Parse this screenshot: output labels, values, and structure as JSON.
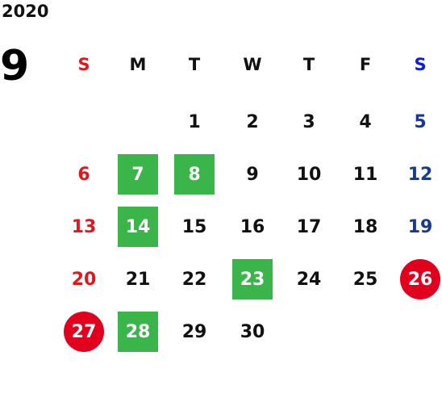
{
  "year": "2020",
  "month": "9",
  "weekdays": [
    "S",
    "M",
    "T",
    "W",
    "T",
    "F",
    "S"
  ],
  "days": [
    {
      "d": "1",
      "col": 2,
      "row": 0,
      "style": "normal"
    },
    {
      "d": "2",
      "col": 3,
      "row": 0,
      "style": "normal"
    },
    {
      "d": "3",
      "col": 4,
      "row": 0,
      "style": "normal"
    },
    {
      "d": "4",
      "col": 5,
      "row": 0,
      "style": "normal"
    },
    {
      "d": "5",
      "col": 6,
      "row": 0,
      "style": "sat"
    },
    {
      "d": "6",
      "col": 0,
      "row": 1,
      "style": "sun"
    },
    {
      "d": "7",
      "col": 1,
      "row": 1,
      "style": "green"
    },
    {
      "d": "8",
      "col": 2,
      "row": 1,
      "style": "green"
    },
    {
      "d": "9",
      "col": 3,
      "row": 1,
      "style": "normal"
    },
    {
      "d": "10",
      "col": 4,
      "row": 1,
      "style": "normal"
    },
    {
      "d": "11",
      "col": 5,
      "row": 1,
      "style": "normal"
    },
    {
      "d": "12",
      "col": 6,
      "row": 1,
      "style": "sat"
    },
    {
      "d": "13",
      "col": 0,
      "row": 2,
      "style": "sun"
    },
    {
      "d": "14",
      "col": 1,
      "row": 2,
      "style": "green"
    },
    {
      "d": "15",
      "col": 2,
      "row": 2,
      "style": "normal"
    },
    {
      "d": "16",
      "col": 3,
      "row": 2,
      "style": "normal"
    },
    {
      "d": "17",
      "col": 4,
      "row": 2,
      "style": "normal"
    },
    {
      "d": "18",
      "col": 5,
      "row": 2,
      "style": "normal"
    },
    {
      "d": "19",
      "col": 6,
      "row": 2,
      "style": "sat"
    },
    {
      "d": "20",
      "col": 0,
      "row": 3,
      "style": "sun"
    },
    {
      "d": "21",
      "col": 1,
      "row": 3,
      "style": "normal"
    },
    {
      "d": "22",
      "col": 2,
      "row": 3,
      "style": "normal"
    },
    {
      "d": "23",
      "col": 3,
      "row": 3,
      "style": "green"
    },
    {
      "d": "24",
      "col": 4,
      "row": 3,
      "style": "normal"
    },
    {
      "d": "25",
      "col": 5,
      "row": 3,
      "style": "normal"
    },
    {
      "d": "26",
      "col": 6,
      "row": 3,
      "style": "holiday"
    },
    {
      "d": "27",
      "col": 0,
      "row": 4,
      "style": "holiday"
    },
    {
      "d": "28",
      "col": 1,
      "row": 4,
      "style": "green"
    },
    {
      "d": "29",
      "col": 2,
      "row": 4,
      "style": "normal"
    },
    {
      "d": "30",
      "col": 3,
      "row": 4,
      "style": "normal"
    }
  ],
  "colors": {
    "sunday": "#e0181e",
    "saturday_header": "#0b1fd6",
    "saturday_date": "#163a8f",
    "highlight_green": "#39b54a",
    "holiday_red": "#e1001e"
  }
}
